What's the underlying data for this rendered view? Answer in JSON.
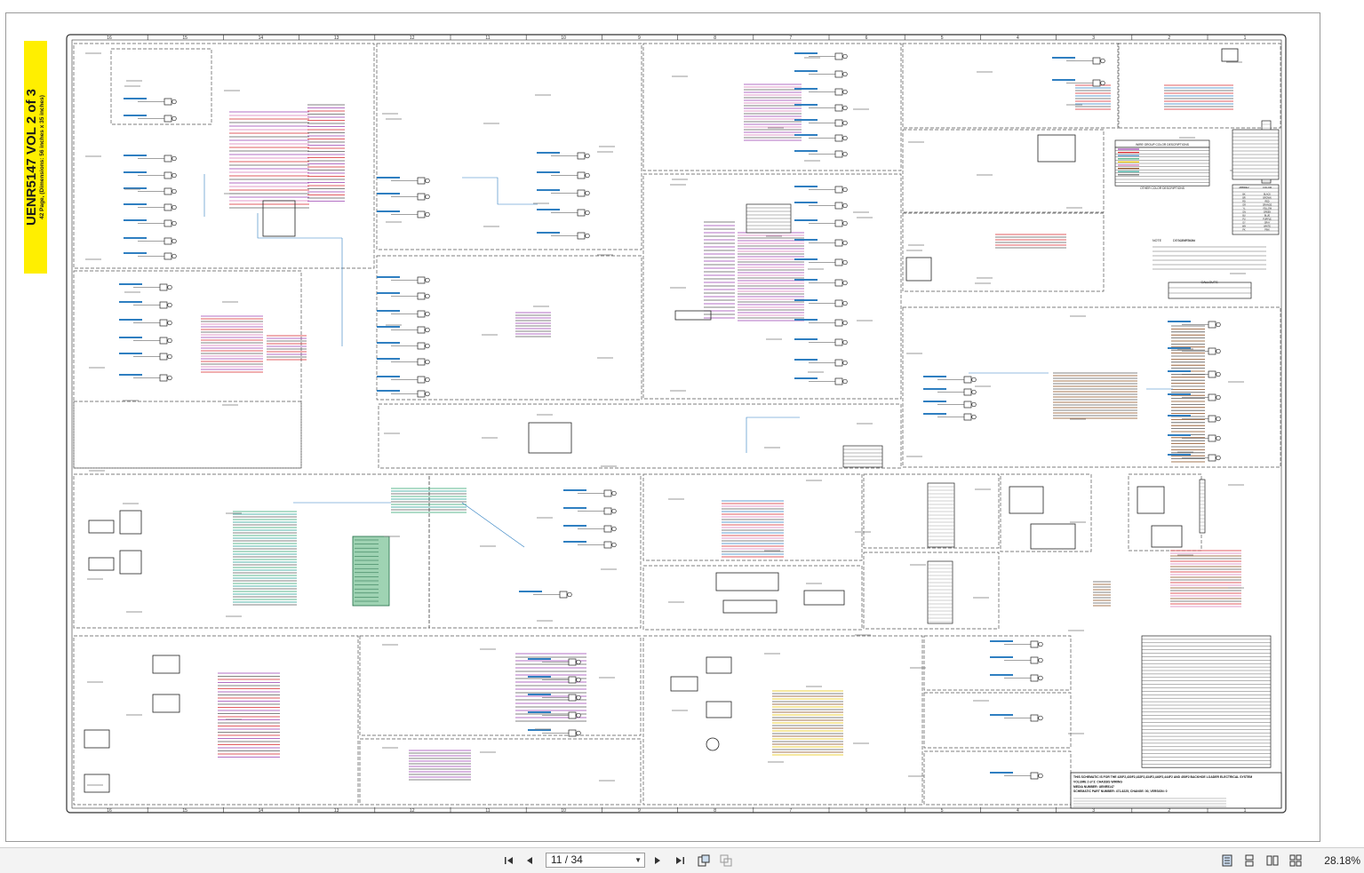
{
  "document": {
    "label_title": "UENR5147 VOL 2 of 3",
    "label_subtitle": "42 Page, (Dimensions: 56 inches x 35 inches)",
    "title_block": [
      "THIS SCHEMATIC IS FOR THE 420F2,430F2,432F2,434F2,440F2,444F2 AND 450F2 BACKHOE LOADER ELECTRICAL SYSTEM",
      "VOLUME 2 of 3: CHASSIS WIRING",
      "MEDIA NUMBER: UENR5147",
      "SCHEMATIC PART NUMBER: 471-6225, CHANGE: 00, VERSION: 0"
    ],
    "top_ruler": [
      "16",
      "15",
      "14",
      "13",
      "12",
      "11",
      "10",
      "9",
      "8",
      "7",
      "6",
      "5",
      "4",
      "3",
      "2",
      "1"
    ],
    "legend_titles": [
      "WIRE GROUP COLOR DESCRIPTIONS",
      "OTHER COLOR DESCRIPTIONS",
      "NOTE",
      "DESCRIPTION",
      "CALLOUTS",
      "ABBREV",
      "COLOR"
    ],
    "abbrev_colors": [
      {
        "abbrev": "BK",
        "color": "BLACK"
      },
      {
        "abbrev": "BR",
        "color": "BROWN"
      },
      {
        "abbrev": "RD",
        "color": "RED"
      },
      {
        "abbrev": "OR",
        "color": "ORANGE"
      },
      {
        "abbrev": "YL",
        "color": "YELLOW"
      },
      {
        "abbrev": "GN",
        "color": "GREEN"
      },
      {
        "abbrev": "BU",
        "color": "BLUE"
      },
      {
        "abbrev": "PU",
        "color": "PURPLE"
      },
      {
        "abbrev": "GY",
        "color": "GRAY"
      },
      {
        "abbrev": "WH",
        "color": "WHITE"
      },
      {
        "abbrev": "PK",
        "color": "PINK"
      }
    ],
    "wire_colors": {
      "purple": "#9a3fb0",
      "red": "#d8262b",
      "blue": "#2f7fc1",
      "green": "#2aa36b",
      "yellow": "#e5c100",
      "pink": "#d77ab7",
      "grey": "#5a5a5a",
      "brown": "#8a4b1e",
      "teal": "#1e9d8f",
      "highlight": "#9fd3b3"
    }
  },
  "toolbar": {
    "first_page_icon": "first-page-icon",
    "prev_page_icon": "previous-page-icon",
    "page_indicator": "11 / 34",
    "next_page_icon": "next-page-icon",
    "last_page_icon": "last-page-icon",
    "fit_page_icon": "fit-page-icon",
    "fit_width_icon": "fit-width-icon",
    "zoom": "28.18%"
  }
}
